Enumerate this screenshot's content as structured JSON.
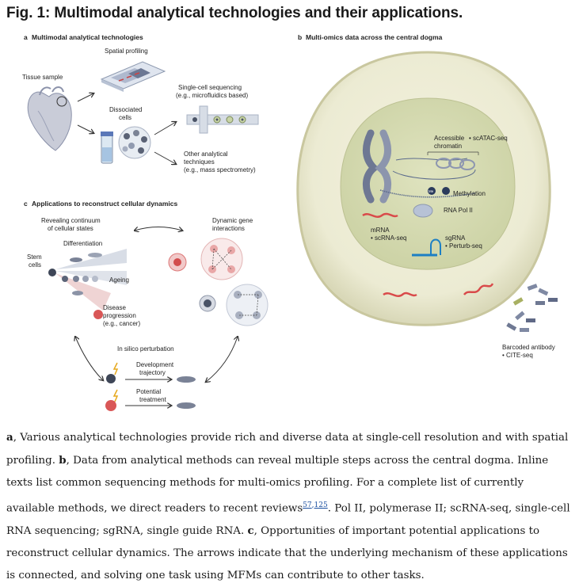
{
  "figure": {
    "title": "Fig. 1: Multimodal analytical technologies and their applications.",
    "panel_a": {
      "letter": "a",
      "title": "Multimodal analytical technologies",
      "tissue_sample": "Tissue sample",
      "spatial_profiling": "Spatial profiling",
      "dissociated_cells_1": "Dissociated",
      "dissociated_cells_2": "cells",
      "single_cell_seq_1": "Single-cell sequencing",
      "single_cell_seq_2": "(e.g., microfluidics based)",
      "other_1": "Other analytical",
      "other_2": "techniques",
      "other_3": "(e.g., mass spectrometry)"
    },
    "panel_b": {
      "letter": "b",
      "title": "Multi-omics data across the central dogma",
      "accessible_1": "Accessible",
      "accessible_2": "chromatin",
      "scatac": "• scATAC-seq",
      "methylation": "Methylation",
      "me": "Me",
      "rna_pol": "RNA Pol II",
      "mrna": "mRNA",
      "scrna": "• scRNA-seq",
      "sgrna": "sgRNA",
      "perturb": "• Perturb-seq",
      "barcoded": "Barcoded antibody",
      "cite": "• CITE-seq"
    },
    "panel_c": {
      "letter": "c",
      "title": "Applications to reconstruct cellular dynamics",
      "revealing_1": "Revealing continuum",
      "revealing_2": "of cellular states",
      "dynamic_1": "Dynamic gene",
      "dynamic_2": "interactions",
      "differentiation": "Differentiation",
      "stem_1": "Stem",
      "stem_2": "cells",
      "ageing": "Ageing",
      "disease_1": "Disease",
      "disease_2": "progression",
      "disease_3": "(e.g., cancer)",
      "in_silico": "In silico perturbation",
      "development_1": "Development",
      "development_2": "trajectory",
      "potential_1": "Potential",
      "potential_2": "treatment"
    }
  },
  "caption": {
    "a_letter": "a",
    "a_text": ", Various analytical technologies provide rich and diverse data at single-cell resolution and with spatial profiling. ",
    "b_letter": "b",
    "b_text": ", Data from analytical methods can reveal multiple steps across the central dogma. Inline texts list common sequencing methods for multi-omics profiling. For a complete list of currently available methods, we direct readers to recent reviews",
    "ref1": "57",
    "ref_sep": ",",
    "ref2": "125",
    "b_text2": ". Pol II, polymerase II; scRNA-seq, single-cell RNA sequencing; sgRNA, single guide RNA. ",
    "c_letter": "c",
    "c_text": ", Opportunities of important potential applications to reconstruct cellular dynamics. The arrows indicate that the underlying mechanism of these applications is connected, and solving one task using MFMs can contribute to other tasks."
  }
}
